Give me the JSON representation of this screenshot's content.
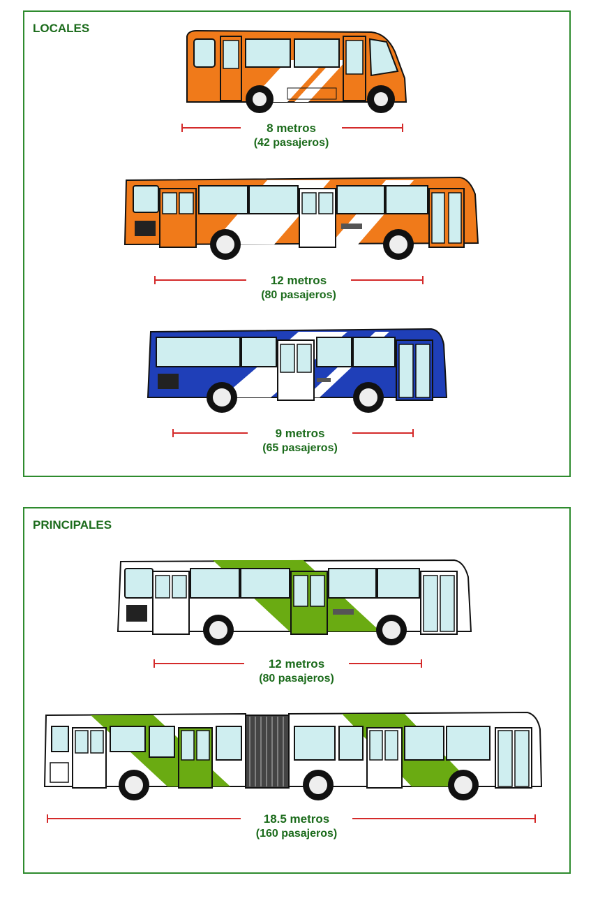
{
  "sections": [
    {
      "title": "LOCALES",
      "buses": [
        {
          "length": "8 metros",
          "capacity": "(42 pasajeros)",
          "livery": "orange"
        },
        {
          "length": "12 metros",
          "capacity": "(80 pasajeros)",
          "livery": "orange"
        },
        {
          "length": "9 metros",
          "capacity": "(65 pasajeros)",
          "livery": "blue"
        }
      ]
    },
    {
      "title": "PRINCIPALES",
      "buses": [
        {
          "length": "12 metros",
          "capacity": "(80 pasajeros)",
          "livery": "green"
        },
        {
          "length": "18.5 metros",
          "capacity": "(160 pasajeros)",
          "livery": "green"
        }
      ]
    }
  ],
  "colors": {
    "frame_green": "#2e8b2e",
    "label_green": "#1b6b1b",
    "dimension_red": "#d42a2a",
    "orange": "#f07a1a",
    "blue": "#1f3fb8",
    "green": "#6aab12",
    "window": "#cfeef0"
  }
}
